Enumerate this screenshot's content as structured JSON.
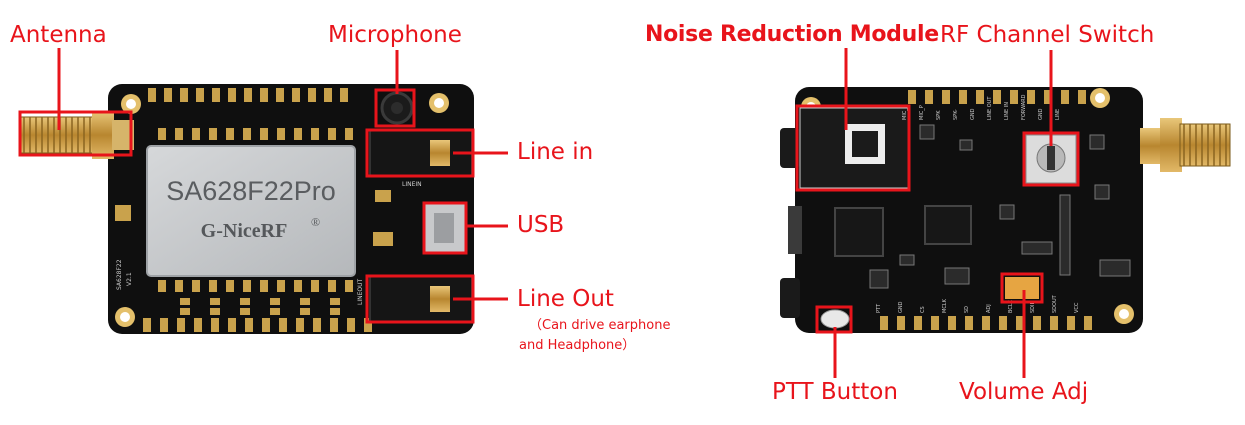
{
  "colors": {
    "callout": "#e8141b",
    "pcb": "#101010",
    "pad": "#c9a24c",
    "shield": "#c7c9cc",
    "silk": "#cfcfcf"
  },
  "left_board": {
    "module_model": "SA628F22Pro",
    "module_brand": "G-NiceRF",
    "registered_mark": "®",
    "silk_line_in": "LINEIN",
    "silk_line_out": "LINEOUT",
    "silk_board": "SA628F22",
    "silk_version": "V2.1"
  },
  "right_board": {
    "silk_pins_top": [
      "MIC_N",
      "MIC_P",
      "SPK",
      "SPK-",
      "GND",
      "LINE OUT",
      "LINE IN",
      "FORWARD",
      "GND",
      "LINE"
    ],
    "silk_pins_bottom": [
      "PTT",
      "GND",
      "CS",
      "MCLK",
      "SD",
      "ADJ",
      "BCLK",
      "SDIN",
      "SDOUT",
      "VCC"
    ]
  },
  "callouts": {
    "antenna": "Antenna",
    "microphone": "Microphone",
    "line_in": "Line in",
    "usb": "USB",
    "line_out": "Line Out",
    "line_out_note_1": "（Can drive earphone",
    "line_out_note_2": "and Headphone）",
    "noise_reduction": "Noise Reduction Module",
    "rf_channel_switch": "RF Channel Switch",
    "ptt_button": "PTT Button",
    "volume_adj": "Volume Adj"
  }
}
